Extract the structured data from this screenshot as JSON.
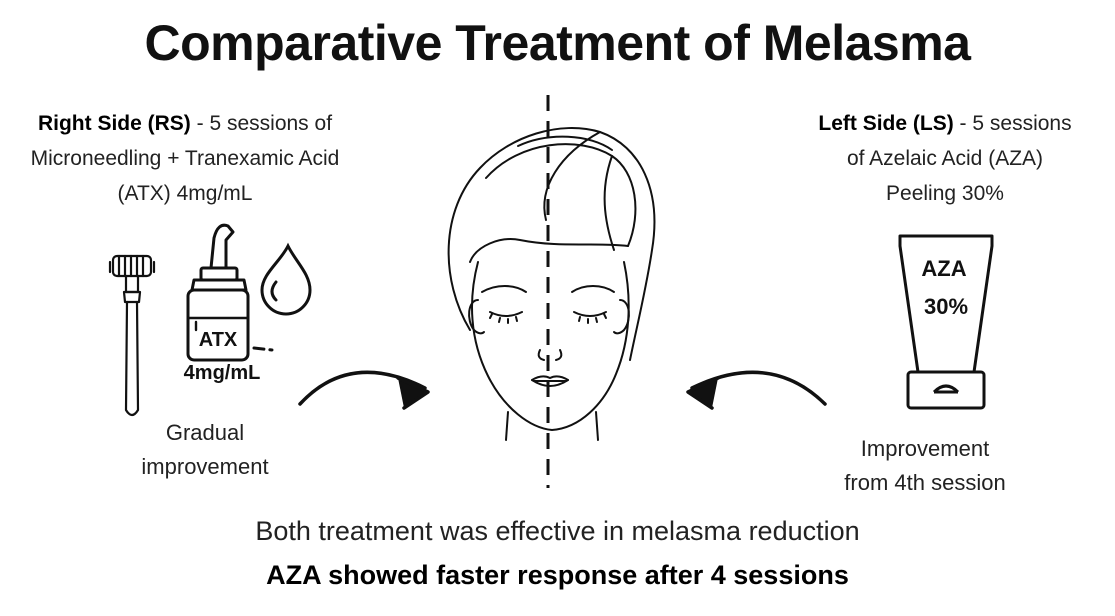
{
  "title": {
    "part1": "Comparative Treatment",
    "part2": "of Melasma"
  },
  "right_side": {
    "label": "Right Side (RS)",
    "line1_rest": " - 5 sessions of",
    "line2": "Microneedling + Tranexamic Acid",
    "line3": "(ATX) 4mg/mL",
    "bottle_label": "ATX",
    "dose_label": "4mg/mL",
    "result_line1": "Gradual",
    "result_line2": "improvement"
  },
  "left_side": {
    "label": "Left Side (LS)",
    "line1_rest": " - 5 sessions",
    "line2": "of Azelaic Acid (AZA)",
    "line3": "Peeling 30%",
    "tube_line1": "AZA",
    "tube_line2": "30%",
    "result_line1": "Improvement",
    "result_line2": "from 4th session"
  },
  "conclusion": {
    "line1": "Both treatment was effective in melasma reduction",
    "line2": "AZA showed faster response after 4 sessions"
  },
  "icons": {
    "roller": "dermaroller-icon",
    "bottle": "dropper-bottle-icon",
    "drop": "water-drop-icon",
    "tube": "cream-tube-icon",
    "face": "face-with-towel-icon",
    "arrow_left": "curved-arrow-right-icon",
    "arrow_right": "curved-arrow-left-icon"
  },
  "colors": {
    "ink": "#111111",
    "background": "#ffffff"
  }
}
